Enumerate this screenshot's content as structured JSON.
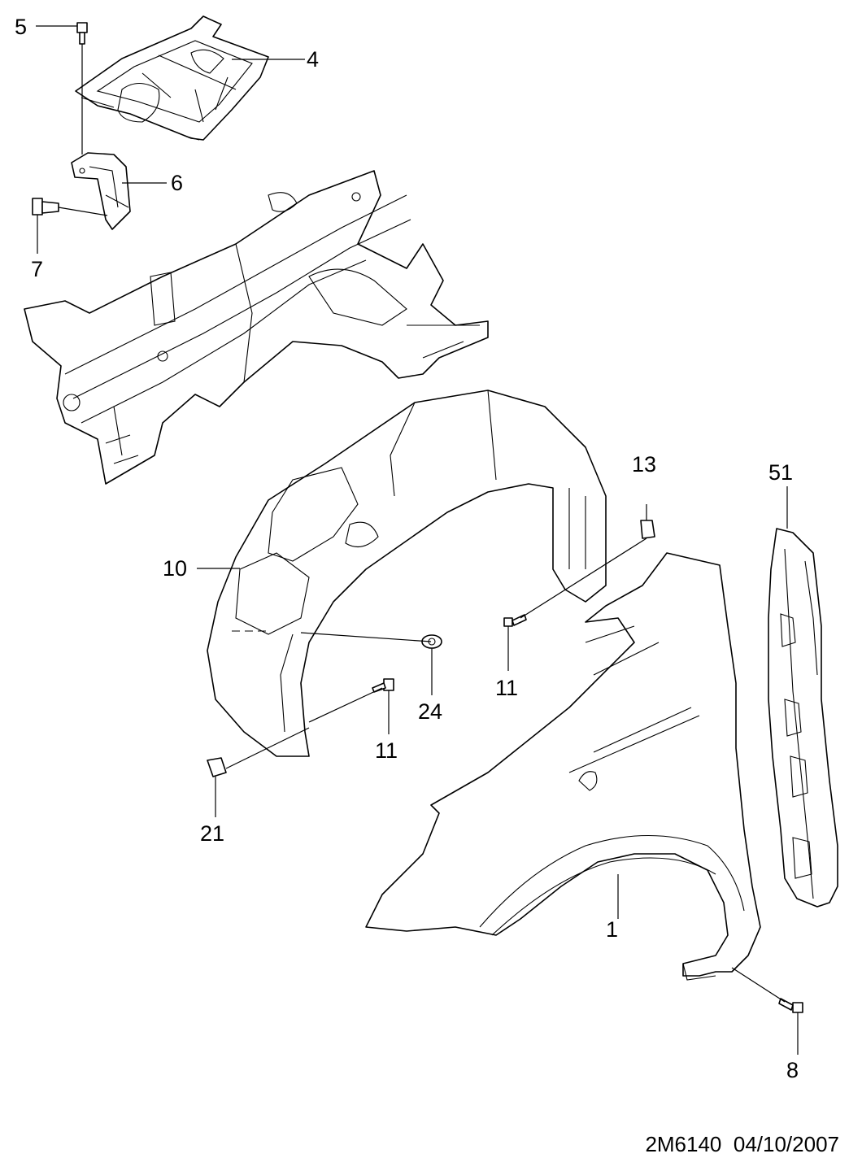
{
  "callouts": {
    "c5": "5",
    "c4": "4",
    "c6": "6",
    "c7": "7",
    "c10": "10",
    "c13": "13",
    "c51": "51",
    "c11a": "11",
    "c24": "24",
    "c11b": "11",
    "c21": "21",
    "c1": "1",
    "c8": "8"
  },
  "footer": {
    "code": "2M6140",
    "date": "04/10/2007"
  }
}
